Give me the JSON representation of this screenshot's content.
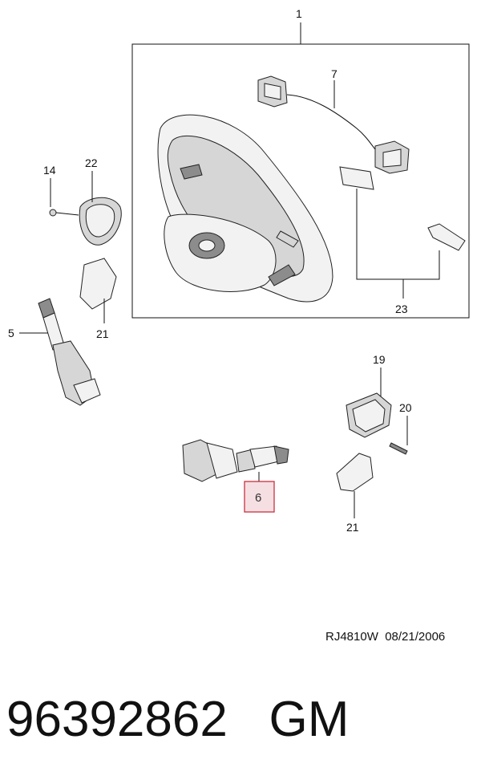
{
  "callouts": [
    {
      "id": "1",
      "text": "1"
    },
    {
      "id": "7",
      "text": "7"
    },
    {
      "id": "14",
      "text": "14"
    },
    {
      "id": "22",
      "text": "22"
    },
    {
      "id": "5",
      "text": "5"
    },
    {
      "id": "21a",
      "text": "21"
    },
    {
      "id": "23",
      "text": "23"
    },
    {
      "id": "19",
      "text": "19"
    },
    {
      "id": "20",
      "text": "20"
    },
    {
      "id": "21b",
      "text": "21"
    }
  ],
  "highlight": {
    "text": "6",
    "fill": "#f6dfe3",
    "stroke": "#c8323f"
  },
  "reference": "RJ4810W  08/21/2006",
  "footer": {
    "part_number": "96392862",
    "brand": "GM"
  }
}
